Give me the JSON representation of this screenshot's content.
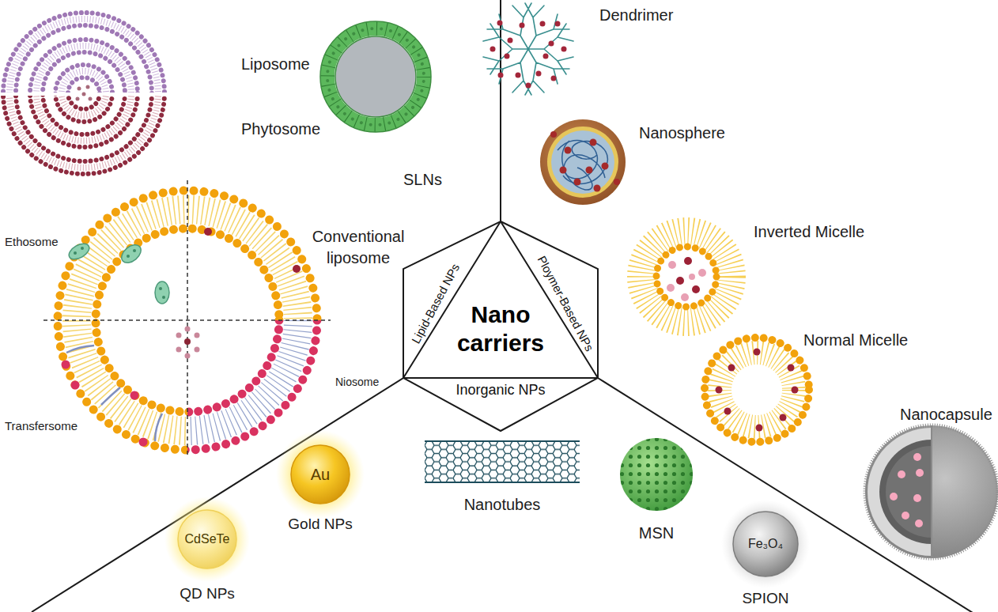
{
  "diagram": {
    "nodes": [
      {
        "text": [
          "Nano carriers"
        ]
      },
      {
        "text": [
          "Lipid-Based NPs"
        ],
        "in": 0
      },
      {
        "text": [
          "Ploymer-Based NPs"
        ],
        "in": 0
      },
      {
        "text": [
          "Inorganic NPs"
        ],
        "in": 0
      },
      {
        "text": [
          "CdSeTe",
          "QD NPs"
        ]
      },
      {
        "text": [
          "Au",
          "Gold NPs"
        ]
      },
      {
        "text": [
          "Fe₃O₄",
          "SPION"
        ]
      }
    ],
    "labels": [
      "Liposome",
      "Phytosome",
      "SLNs",
      "Dendrimer",
      "Nanosphere",
      "Ethosome",
      "Conventional liposome",
      "Inverted Micelle",
      "Niosome",
      "Normal Micelle",
      "Transfersome",
      "Nanocapsule",
      "Nanotubes",
      "MSN"
    ]
  }
}
